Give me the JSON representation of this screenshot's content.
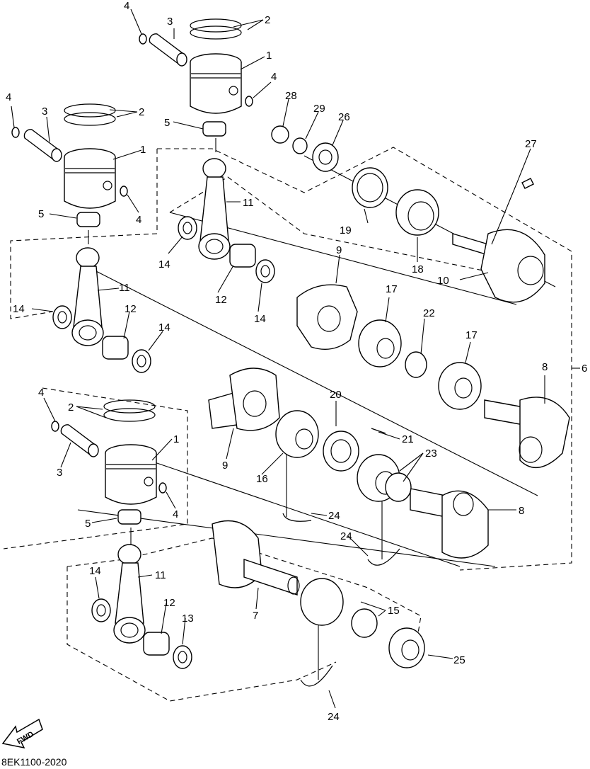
{
  "diagram_code": "8EK1100-2020",
  "fwd_label": "FWD",
  "callouts": {
    "c1": "1",
    "c2": "2",
    "c3": "3",
    "c4": "4",
    "c5": "5",
    "c6": "6",
    "c7": "7",
    "c8": "8",
    "c9": "9",
    "c10": "10",
    "c11": "11",
    "c12": "12",
    "c13": "13",
    "c14": "14",
    "c15": "15",
    "c16": "16",
    "c17": "17",
    "c18": "18",
    "c19": "19",
    "c20": "20",
    "c21": "21",
    "c22": "22",
    "c23": "23",
    "c24": "24",
    "c25": "25",
    "c26": "26",
    "c27": "27",
    "c28": "28",
    "c29": "29"
  }
}
